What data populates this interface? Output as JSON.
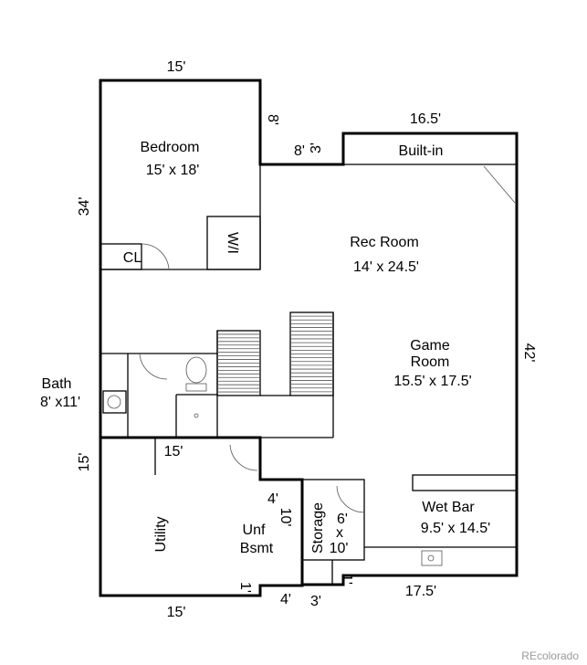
{
  "rooms": {
    "bedroom": {
      "name": "Bedroom",
      "size": "15'  x  18'"
    },
    "closet": "CL",
    "walkin": "W/I",
    "rec_room": {
      "name": "Rec Room",
      "size": "14'  x  24.5'"
    },
    "built_in": "Built-in",
    "game_room": {
      "name1": "Game",
      "name2": "Room",
      "size": "15.5'  x 17.5'"
    },
    "bath": {
      "name": "Bath",
      "size": "8' x11'"
    },
    "utility": "Utility",
    "unf_bsmt": {
      "name1": "Unf",
      "name2": "Bsmt"
    },
    "storage": {
      "name": "Storage",
      "size1": "6'",
      "size2": "x",
      "size3": "10'"
    },
    "wet_bar": {
      "name": "Wet Bar",
      "size": "9.5'  x 14.5'"
    }
  },
  "dimensions": {
    "top_15": "15'",
    "left_34": "34'",
    "notch_8_vertical": "8'",
    "notch_8": "8'",
    "notch_3": "3'",
    "top_16_5": "16.5'",
    "right_42": "42'",
    "util_15_top": "15'",
    "left_15": "15'",
    "unf_4": "4'",
    "unf_10": "10'",
    "bottom_1_left": "1'",
    "bottom_15": "15'",
    "bottom_4": "4'",
    "bottom_3": "3'",
    "bottom_1_right": "1'",
    "bottom_17_5": "17.5'"
  },
  "watermark": "REcolorado"
}
